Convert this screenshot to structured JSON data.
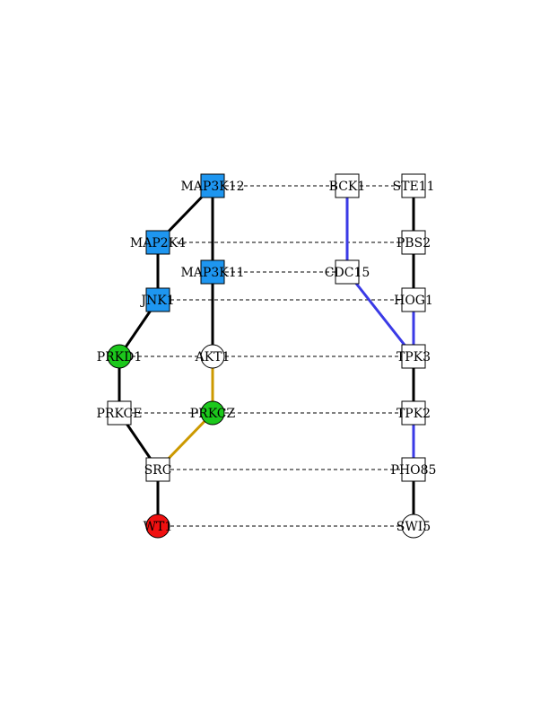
{
  "colors": {
    "blue_node": "#1e96f0",
    "green_node": "#1cc81c",
    "red_node": "#f01010",
    "white_node": "#ffffff",
    "edge_black": "#000000",
    "edge_blue": "#3a3ae6",
    "edge_gold": "#cc9900"
  },
  "nodes": [
    {
      "id": "MAP3K12",
      "label": "MAP3K12",
      "shape": "square",
      "fill": "blue"
    },
    {
      "id": "MAP2K4",
      "label": "MAP2K4",
      "shape": "square",
      "fill": "blue"
    },
    {
      "id": "MAP3K11",
      "label": "MAP3K11",
      "shape": "square",
      "fill": "blue"
    },
    {
      "id": "JNK1",
      "label": "JNK1",
      "shape": "square",
      "fill": "blue"
    },
    {
      "id": "PRKD1",
      "label": "PRKD1",
      "shape": "circle",
      "fill": "green"
    },
    {
      "id": "AKT1",
      "label": "AKT1",
      "shape": "circle",
      "fill": "white"
    },
    {
      "id": "PRKCE",
      "label": "PRKCE",
      "shape": "square",
      "fill": "white"
    },
    {
      "id": "PRKCZ",
      "label": "PRKCZ",
      "shape": "circle",
      "fill": "green"
    },
    {
      "id": "SRC",
      "label": "SRC",
      "shape": "square",
      "fill": "white"
    },
    {
      "id": "WT1",
      "label": "WT1",
      "shape": "circle",
      "fill": "red"
    },
    {
      "id": "BCK1",
      "label": "BCK1",
      "shape": "square",
      "fill": "white"
    },
    {
      "id": "CDC15",
      "label": "CDC15",
      "shape": "square",
      "fill": "white"
    },
    {
      "id": "STE11",
      "label": "STE11",
      "shape": "square",
      "fill": "white"
    },
    {
      "id": "PBS2",
      "label": "PBS2",
      "shape": "square",
      "fill": "white"
    },
    {
      "id": "HOG1",
      "label": "HOG1",
      "shape": "square",
      "fill": "white"
    },
    {
      "id": "TPK3",
      "label": "TPK3",
      "shape": "square",
      "fill": "white"
    },
    {
      "id": "TPK2",
      "label": "TPK2",
      "shape": "square",
      "fill": "white"
    },
    {
      "id": "PHO85",
      "label": "PHO85",
      "shape": "square",
      "fill": "white"
    },
    {
      "id": "SWI5",
      "label": "SWI5",
      "shape": "circle",
      "fill": "white"
    }
  ],
  "edges": [
    {
      "from": "MAP3K12",
      "to": "MAP2K4",
      "style": "solid",
      "color": "black"
    },
    {
      "from": "MAP3K12",
      "to": "MAP3K11",
      "style": "solid",
      "color": "black"
    },
    {
      "from": "MAP2K4",
      "to": "JNK1",
      "style": "solid",
      "color": "black"
    },
    {
      "from": "JNK1",
      "to": "PRKD1",
      "style": "solid",
      "color": "black"
    },
    {
      "from": "MAP3K11",
      "to": "AKT1",
      "style": "solid",
      "color": "black"
    },
    {
      "from": "PRKD1",
      "to": "PRKCE",
      "style": "solid",
      "color": "black"
    },
    {
      "from": "AKT1",
      "to": "PRKCZ",
      "style": "solid",
      "color": "gold"
    },
    {
      "from": "PRKCE",
      "to": "SRC",
      "style": "solid",
      "color": "black"
    },
    {
      "from": "PRKCZ",
      "to": "SRC",
      "style": "solid",
      "color": "gold"
    },
    {
      "from": "SRC",
      "to": "WT1",
      "style": "solid",
      "color": "black"
    },
    {
      "from": "BCK1",
      "to": "CDC15",
      "style": "solid",
      "color": "blue"
    },
    {
      "from": "CDC15",
      "to": "TPK3",
      "style": "solid",
      "color": "blue"
    },
    {
      "from": "STE11",
      "to": "PBS2",
      "style": "solid",
      "color": "black"
    },
    {
      "from": "PBS2",
      "to": "HOG1",
      "style": "solid",
      "color": "black"
    },
    {
      "from": "HOG1",
      "to": "TPK3",
      "style": "solid",
      "color": "blue"
    },
    {
      "from": "TPK3",
      "to": "TPK2",
      "style": "solid",
      "color": "black"
    },
    {
      "from": "TPK2",
      "to": "PHO85",
      "style": "solid",
      "color": "blue"
    },
    {
      "from": "PHO85",
      "to": "SWI5",
      "style": "solid",
      "color": "black"
    },
    {
      "from": "MAP3K12",
      "to": "BCK1",
      "style": "dashed",
      "color": "black"
    },
    {
      "from": "BCK1",
      "to": "STE11",
      "style": "dashed",
      "color": "black"
    },
    {
      "from": "MAP2K4",
      "to": "PBS2",
      "style": "dashed",
      "color": "black"
    },
    {
      "from": "MAP3K11",
      "to": "CDC15",
      "style": "dashed",
      "color": "black"
    },
    {
      "from": "JNK1",
      "to": "HOG1",
      "style": "dashed",
      "color": "black"
    },
    {
      "from": "PRKD1",
      "to": "AKT1",
      "style": "dashed",
      "color": "black"
    },
    {
      "from": "AKT1",
      "to": "TPK3",
      "style": "dashed",
      "color": "black"
    },
    {
      "from": "PRKCE",
      "to": "PRKCZ",
      "style": "dashed",
      "color": "black"
    },
    {
      "from": "PRKCZ",
      "to": "TPK2",
      "style": "dashed",
      "color": "black"
    },
    {
      "from": "SRC",
      "to": "PHO85",
      "style": "dashed",
      "color": "black"
    },
    {
      "from": "WT1",
      "to": "SWI5",
      "style": "dashed",
      "color": "black"
    }
  ]
}
